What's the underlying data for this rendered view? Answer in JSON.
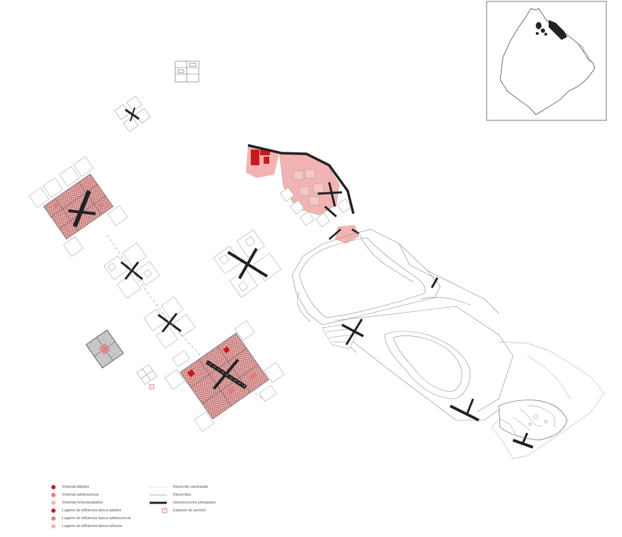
{
  "colors": {
    "adult": "#c8191e",
    "adolescence": "#e57b7b",
    "childhood": "#f3b3b3",
    "line": "#999999",
    "road": "#222222",
    "station": "#d22a2a"
  },
  "legend": {
    "left": [
      {
        "label": "Vivienda Adultez",
        "color": "#c8191e"
      },
      {
        "label": "Vivienda adolescencia",
        "color": "#e57b7b"
      },
      {
        "label": "Vivienda infancia/adultez",
        "color": "#f3b3b3"
      },
      {
        "label": "Lugares de influencia época adultez",
        "color": "#c8191e"
      },
      {
        "label": "Lugares de influencia época adolescencia",
        "color": "#e57b7b"
      },
      {
        "label": "Lugares de influencia época infancia",
        "color": "#f3b3b3"
      }
    ],
    "right": [
      {
        "label": "Recorrido caminando",
        "style": "dashed"
      },
      {
        "label": "Recorridos",
        "style": "thin"
      },
      {
        "label": "Intersecciones principales",
        "style": "thick"
      },
      {
        "label": "Estación de servicio",
        "style": "icon"
      }
    ]
  }
}
